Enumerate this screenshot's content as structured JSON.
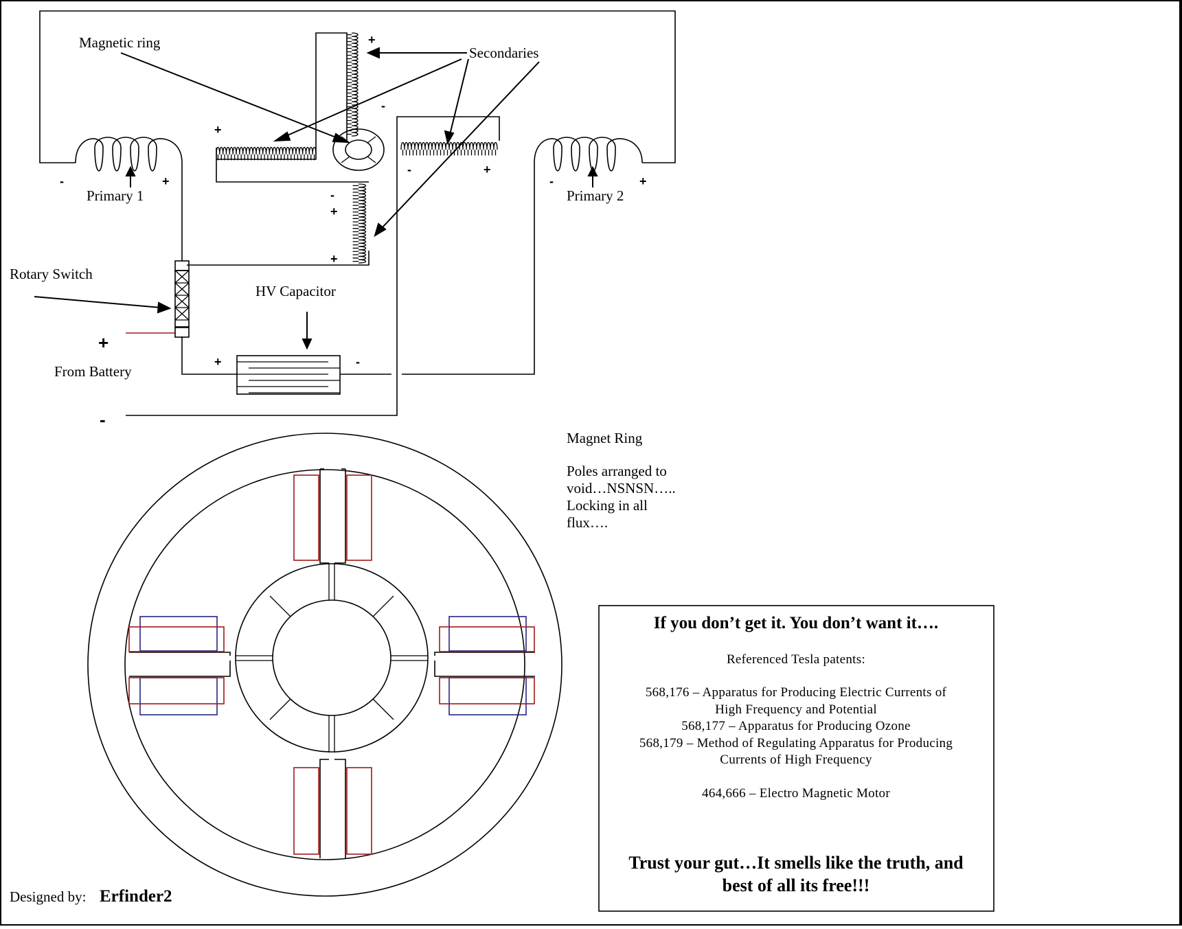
{
  "circuit": {
    "labels": {
      "magnetic_ring": "Magnetic ring",
      "secondaries": "Secondaries",
      "primary_1": "Primary 1",
      "primary_2": "Primary 2",
      "rotary_switch": "Rotary Switch",
      "hv_capacitor": "HV Capacitor",
      "from_battery": "From Battery"
    },
    "plus": "+",
    "minus": "-"
  },
  "magnet_ring": {
    "title": "Magnet Ring",
    "note_lines": [
      "Poles arranged to",
      "void…NSNSN…..",
      "Locking in all",
      "flux…."
    ]
  },
  "info_box": {
    "heading": "If you don’t get it. You don’t want it….",
    "subheading": "Referenced Tesla patents:",
    "patent_lines": [
      "568,176 – Apparatus for Producing Electric Currents of",
      "High Frequency and Potential",
      "568,177 – Apparatus for Producing Ozone",
      "568,179 – Method of Regulating Apparatus for Producing",
      "Currents of High Frequency",
      "464,666 – Electro Magnetic Motor"
    ],
    "footer_lines": [
      "Trust your gut…It smells like the truth, and",
      "best of all its free!!!"
    ]
  },
  "credit": {
    "label": "Designed by:",
    "name": "Erfinder2"
  }
}
